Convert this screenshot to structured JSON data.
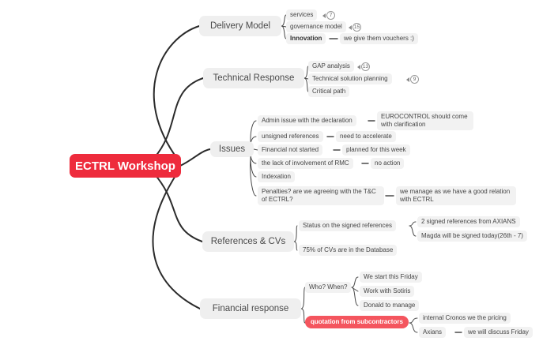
{
  "colors": {
    "center_bg": "#ee2b3c",
    "highlight_bg": "#f4555e",
    "node_bg": "#f2f2f2",
    "branch_bg": "#efefef",
    "text": "#4a4a4a",
    "line": "#2b2b2b"
  },
  "center": {
    "label": "ECTRL Workshop"
  },
  "branches": [
    {
      "label": "Delivery Model",
      "children": [
        {
          "label": "services",
          "badge": "7"
        },
        {
          "label": "governance model",
          "badge": "15"
        },
        {
          "label": "Innovation",
          "children": [
            {
              "label": "we give them vouchers :)"
            }
          ]
        }
      ]
    },
    {
      "label": "Technical Response",
      "children": [
        {
          "label": "GAP analysis",
          "badge": "13"
        },
        {
          "label": "Technical solution planning",
          "badge": "9"
        },
        {
          "label": "Critical path"
        }
      ]
    },
    {
      "label": "Issues",
      "children": [
        {
          "label": "Admin issue with the declaration",
          "children": [
            {
              "label": "EUROCONTROL should come with clarification"
            }
          ]
        },
        {
          "label": "unsigned references",
          "children": [
            {
              "label": "need to accelerate"
            }
          ]
        },
        {
          "label": "Financial not started",
          "children": [
            {
              "label": "planned for this week"
            }
          ]
        },
        {
          "label": "the lack of involvement of RMC",
          "children": [
            {
              "label": "no action"
            }
          ]
        },
        {
          "label": "Indexation"
        },
        {
          "label": "Penalties? are we agreeing with the T&C of ECTRL?",
          "children": [
            {
              "label": "we manage as we have a good relation with ECTRL"
            }
          ]
        }
      ]
    },
    {
      "label": "References & CVs",
      "children": [
        {
          "label": "Status on the signed references",
          "children": [
            {
              "label": "2 signed references from AXIANS"
            },
            {
              "label": "Magda will be signed today(26th - 7)"
            }
          ]
        },
        {
          "label": "75% of CVs are in the Database"
        }
      ]
    },
    {
      "label": "Financial response",
      "children": [
        {
          "label": "Who? When?",
          "children": [
            {
              "label": "We start this Friday"
            },
            {
              "label": "Work with Sotiris"
            },
            {
              "label": "Donald to manage"
            }
          ]
        },
        {
          "label": "quotation from subcontractors",
          "highlight": true,
          "children": [
            {
              "label": "internal Cronos we the pricing"
            },
            {
              "label": "Axians",
              "children": [
                {
                  "label": "we will discuss Friday"
                }
              ]
            }
          ]
        }
      ]
    }
  ]
}
